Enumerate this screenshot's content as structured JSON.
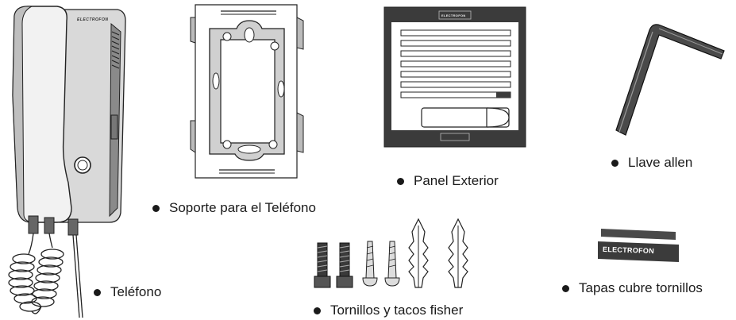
{
  "items": {
    "telefono": {
      "label": "Teléfono",
      "brand": "ELECTROFON"
    },
    "soporte": {
      "label": "Soporte para el Teléfono"
    },
    "panel": {
      "label": "Panel Exterior",
      "brand": "ELECTROFON"
    },
    "llave": {
      "label": "Llave allen"
    },
    "tornillos": {
      "label": "Tornillos y tacos fisher"
    },
    "tapas": {
      "label": "Tapas cubre tornillos",
      "brand": "ELECTROFON"
    }
  },
  "colors": {
    "ink": "#1a1a1a",
    "panel_dark": "#3b3b3b",
    "handset_shade": "#bfbfbf",
    "allen": "#4a4a4a"
  }
}
